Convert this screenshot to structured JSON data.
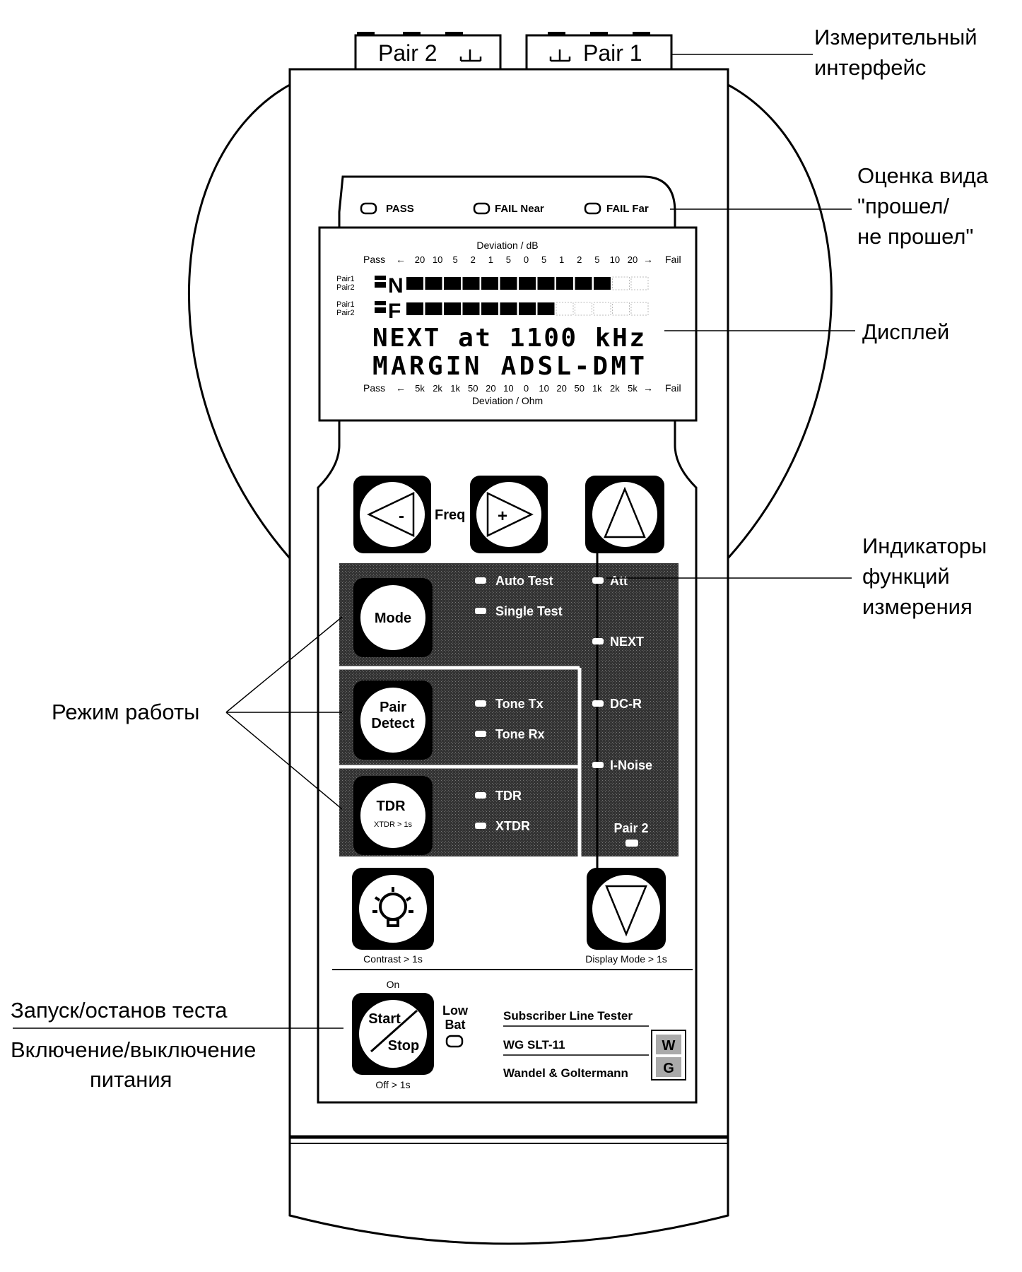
{
  "connectors": {
    "pair2": "Pair 2",
    "pair1": "Pair 1"
  },
  "callouts": {
    "measure_interface": [
      "Измерительный",
      "интерфейс"
    ],
    "pass_fail": [
      "Оценка вида",
      "\"прошел/",
      "не прошел\""
    ],
    "display": "Дисплей",
    "indicators": [
      "Индикаторы",
      "функций",
      "измерения"
    ],
    "mode_work": "Режим работы",
    "start_stop": "Запуск/останов теста",
    "power": [
      "Включение/выключение",
      "питания"
    ]
  },
  "leds_top": {
    "pass": "PASS",
    "fail_near": "FAIL Near",
    "fail_far": "FAIL Far"
  },
  "lcd": {
    "top_title": "Deviation / dB",
    "top_pass": "Pass",
    "top_fail": "Fail",
    "top_scale": [
      "20",
      "10",
      "5",
      "2",
      "1",
      "5",
      "0",
      "5",
      "1",
      "2",
      "5",
      "10",
      "20"
    ],
    "pair1": "Pair1",
    "pair2": "Pair2",
    "row1_letter": "N",
    "row2_letter": "F",
    "row1_filled": 11,
    "row2_filled": 8,
    "line1": "NEXT at 1100 kHz",
    "line2": "MARGIN  ADSL-DMT",
    "bottom_pass": "Pass",
    "bottom_fail": "Fail",
    "bottom_scale": [
      "5k",
      "2k",
      "1k",
      "50",
      "20",
      "10",
      "0",
      "10",
      "20",
      "50",
      "1k",
      "2k",
      "5k"
    ],
    "bottom_title": "Deviation / Ohm"
  },
  "buttons": {
    "minus": "-",
    "plus": "+",
    "freq": "Freq",
    "mode": "Mode",
    "pair_detect": [
      "Pair",
      "Detect"
    ],
    "tdr": "TDR",
    "tdr_sub": "XTDR > 1s",
    "contrast": "Contrast > 1s",
    "display_mode": "Display Mode > 1s",
    "on": "On",
    "start": "Start",
    "stop": "Stop",
    "off": "Off > 1s",
    "low_bat": [
      "Low",
      "Bat"
    ]
  },
  "indicators": {
    "auto_test": "Auto Test",
    "single_test": "Single Test",
    "tone_tx": "Tone Tx",
    "tone_rx": "Tone Rx",
    "tdr": "TDR",
    "xtdr": "XTDR",
    "att": "Att",
    "next": "NEXT",
    "dcr": "DC-R",
    "inoise": "I-Noise",
    "pair2": "Pair 2"
  },
  "brand": {
    "product": "Subscriber Line Tester",
    "model": "WG SLT-11",
    "maker": "Wandel & Goltermann",
    "logo_letters": "WG"
  }
}
